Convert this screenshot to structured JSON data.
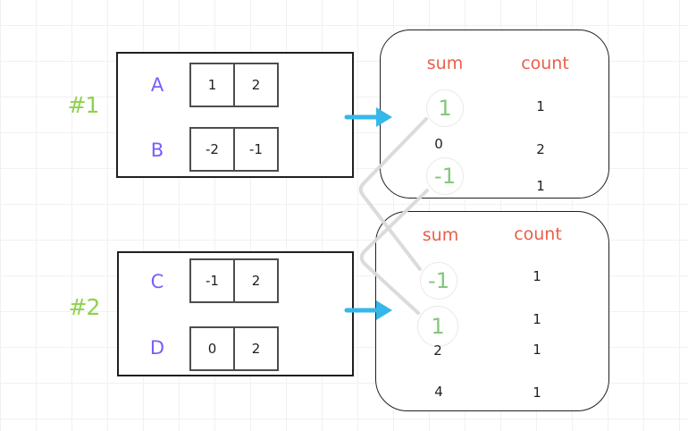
{
  "canvas": {
    "background": "#ffffff",
    "grid_color": "#f1f1f5"
  },
  "groups": [
    {
      "label": "#1",
      "rows": [
        {
          "name": "A",
          "cells": [
            "1",
            "2"
          ]
        },
        {
          "name": "B",
          "cells": [
            "-2",
            "-1"
          ]
        }
      ]
    },
    {
      "label": "#2",
      "rows": [
        {
          "name": "C",
          "cells": [
            "-1",
            "2"
          ]
        },
        {
          "name": "D",
          "cells": [
            "0",
            "2"
          ]
        }
      ]
    }
  ],
  "tables": [
    {
      "headers": {
        "sum": "sum",
        "count": "count"
      },
      "rows": [
        {
          "sum": "1",
          "count": "1",
          "circled": true
        },
        {
          "sum": "0",
          "count": "2",
          "circled": false
        },
        {
          "sum": "-1",
          "count": "1",
          "circled": true
        }
      ]
    },
    {
      "headers": {
        "sum": "sum",
        "count": "count"
      },
      "rows": [
        {
          "sum": "-1",
          "count": "1",
          "circled": true
        },
        {
          "sum": "1",
          "count": "1",
          "circled": true
        },
        {
          "sum": "2",
          "count": "1",
          "circled": false
        },
        {
          "sum": "4",
          "count": "1",
          "circled": false
        }
      ]
    }
  ],
  "connections": [
    {
      "from": "table-1 sum 1",
      "to": "table-2 sum -1"
    },
    {
      "from": "table-1 sum -1",
      "to": "table-2 sum 1"
    }
  ],
  "colors": {
    "group_label_green": "#8fd14f",
    "row_letter_purple": "#7c5cfc",
    "header_orange_red": "#ea5e49",
    "circled_value_green": "#82c77c",
    "arrow_cyan": "#35b7ea",
    "connector_gray": "#d9d9d9"
  }
}
